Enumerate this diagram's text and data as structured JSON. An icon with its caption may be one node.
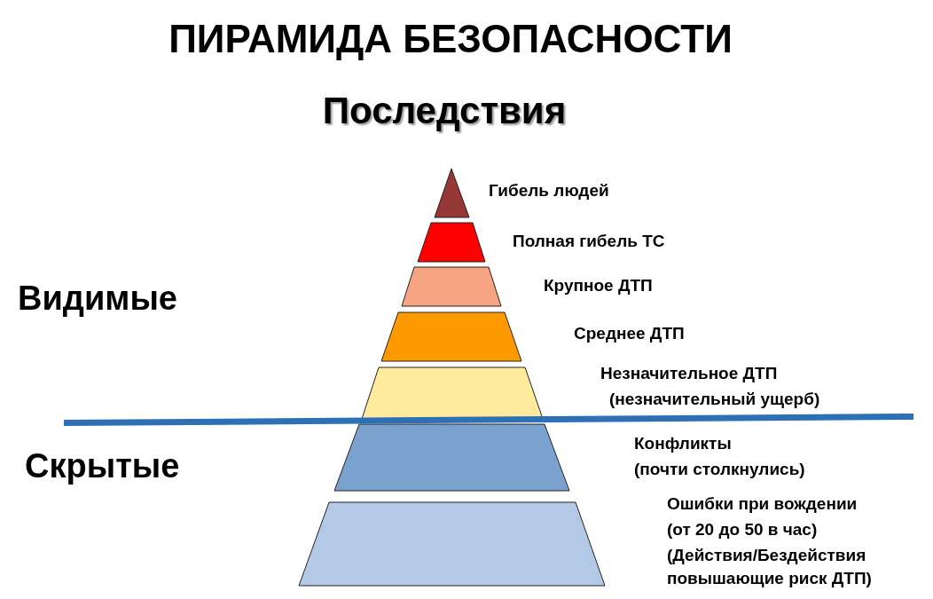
{
  "diagram": {
    "title": "ПИРАМИДА БЕЗОПАСНОСТИ",
    "nodes": [
      {
        "text": [],
        "shape": "triangle",
        "beside": [
          "Гибель людей"
        ]
      },
      {
        "text": [],
        "shape": "trapezoid",
        "beside": [
          "Полная гибель ТС"
        ]
      },
      {
        "text": [],
        "shape": "trapezoid",
        "beside": [
          "Крупное ДТП"
        ]
      },
      {
        "text": [],
        "shape": "trapezoid",
        "beside": [
          "Среднее ДТП"
        ]
      },
      {
        "text": [],
        "shape": "trapezoid",
        "beside": [
          "Незначительное ДТП",
          "(незначительный ущерб)"
        ]
      },
      {
        "text": [],
        "shape": "trapezoid",
        "beside": [
          "Конфликты",
          "(почти столкнулись)"
        ]
      },
      {
        "text": [],
        "shape": "trapezoid",
        "beside": [
          "Ошибки при вождении",
          "(от 20 до 50 в час)",
          "(Действия/Бездействия повышающие риск ДТП)"
        ]
      }
    ],
    "labels": [
      "Последствия",
      "Видимые",
      "Скрытые"
    ]
  }
}
